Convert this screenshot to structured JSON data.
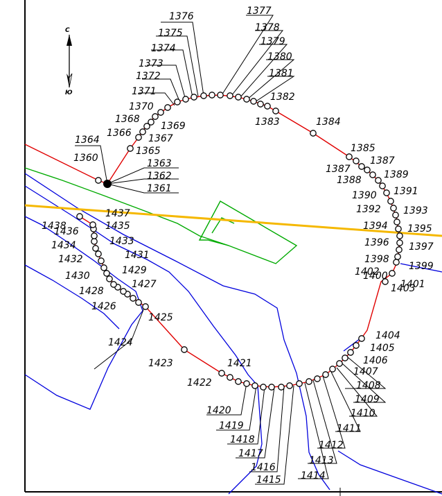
{
  "north_arrow": {
    "top_letter": "С",
    "bottom_letter": "Ю",
    "icon": "north-arrow-icon"
  },
  "colors": {
    "route": "#e00000",
    "point": "#000000",
    "road": "#f5b800",
    "contour": "#0000dd",
    "building": "#00aa00",
    "frame": "#000000"
  },
  "points": [
    {
      "id": "1360",
      "label": "1360"
    },
    {
      "id": "1361",
      "label": "1361"
    },
    {
      "id": "1362",
      "label": "1362"
    },
    {
      "id": "1363",
      "label": "1363"
    },
    {
      "id": "1364",
      "label": "1364"
    },
    {
      "id": "1365",
      "label": "1365"
    },
    {
      "id": "1366",
      "label": "1366"
    },
    {
      "id": "1367",
      "label": "1367"
    },
    {
      "id": "1368",
      "label": "1368"
    },
    {
      "id": "1369",
      "label": "1369"
    },
    {
      "id": "1370",
      "label": "1370"
    },
    {
      "id": "1371",
      "label": "1371"
    },
    {
      "id": "1372",
      "label": "1372"
    },
    {
      "id": "1373",
      "label": "1373"
    },
    {
      "id": "1374",
      "label": "1374"
    },
    {
      "id": "1375",
      "label": "1375"
    },
    {
      "id": "1376",
      "label": "1376"
    },
    {
      "id": "1377",
      "label": "1377"
    },
    {
      "id": "1378",
      "label": "1378"
    },
    {
      "id": "1379",
      "label": "1379"
    },
    {
      "id": "1380",
      "label": "1380"
    },
    {
      "id": "1381",
      "label": "1381"
    },
    {
      "id": "1382",
      "label": "1382"
    },
    {
      "id": "1383",
      "label": "1383"
    },
    {
      "id": "1384",
      "label": "1384"
    },
    {
      "id": "1385",
      "label": "1385"
    },
    {
      "id": "1387",
      "label": "1387"
    },
    {
      "id": "1387b",
      "label": "1387"
    },
    {
      "id": "1388",
      "label": "1388"
    },
    {
      "id": "1389",
      "label": "1389"
    },
    {
      "id": "1390",
      "label": "1390"
    },
    {
      "id": "1391",
      "label": "1391"
    },
    {
      "id": "1392",
      "label": "1392"
    },
    {
      "id": "1393",
      "label": "1393"
    },
    {
      "id": "1394",
      "label": "1394"
    },
    {
      "id": "1395",
      "label": "1395"
    },
    {
      "id": "1396",
      "label": "1396"
    },
    {
      "id": "1397",
      "label": "1397"
    },
    {
      "id": "1398",
      "label": "1398"
    },
    {
      "id": "1399",
      "label": "1399"
    },
    {
      "id": "1400",
      "label": "1400"
    },
    {
      "id": "1401",
      "label": "1401"
    },
    {
      "id": "1402",
      "label": "1402"
    },
    {
      "id": "1403",
      "label": "1403"
    },
    {
      "id": "1404",
      "label": "1404"
    },
    {
      "id": "1405",
      "label": "1405"
    },
    {
      "id": "1406",
      "label": "1406"
    },
    {
      "id": "1407",
      "label": "1407"
    },
    {
      "id": "1408",
      "label": "1408"
    },
    {
      "id": "1409",
      "label": "1409"
    },
    {
      "id": "1410",
      "label": "1410"
    },
    {
      "id": "1411",
      "label": "1411"
    },
    {
      "id": "1412",
      "label": "1412"
    },
    {
      "id": "1413",
      "label": "1413"
    },
    {
      "id": "1414",
      "label": "1414"
    },
    {
      "id": "1415",
      "label": "1415"
    },
    {
      "id": "1416",
      "label": "1416"
    },
    {
      "id": "1417",
      "label": "1417"
    },
    {
      "id": "1418",
      "label": "1418"
    },
    {
      "id": "1419",
      "label": "1419"
    },
    {
      "id": "1420",
      "label": "1420"
    },
    {
      "id": "1421",
      "label": "1421"
    },
    {
      "id": "1422",
      "label": "1422"
    },
    {
      "id": "1423",
      "label": "1423"
    },
    {
      "id": "1424",
      "label": "1424"
    },
    {
      "id": "1425",
      "label": "1425"
    },
    {
      "id": "1426",
      "label": "1426"
    },
    {
      "id": "1427",
      "label": "1427"
    },
    {
      "id": "1428",
      "label": "1428"
    },
    {
      "id": "1429",
      "label": "1429"
    },
    {
      "id": "1430",
      "label": "1430"
    },
    {
      "id": "1431",
      "label": "1431"
    },
    {
      "id": "1432",
      "label": "1432"
    },
    {
      "id": "1433",
      "label": "1433"
    },
    {
      "id": "1434",
      "label": "1434"
    },
    {
      "id": "1435",
      "label": "1435"
    },
    {
      "id": "1436",
      "label": "1436"
    },
    {
      "id": "1437",
      "label": "1437"
    },
    {
      "id": "1438",
      "label": "1438"
    }
  ]
}
